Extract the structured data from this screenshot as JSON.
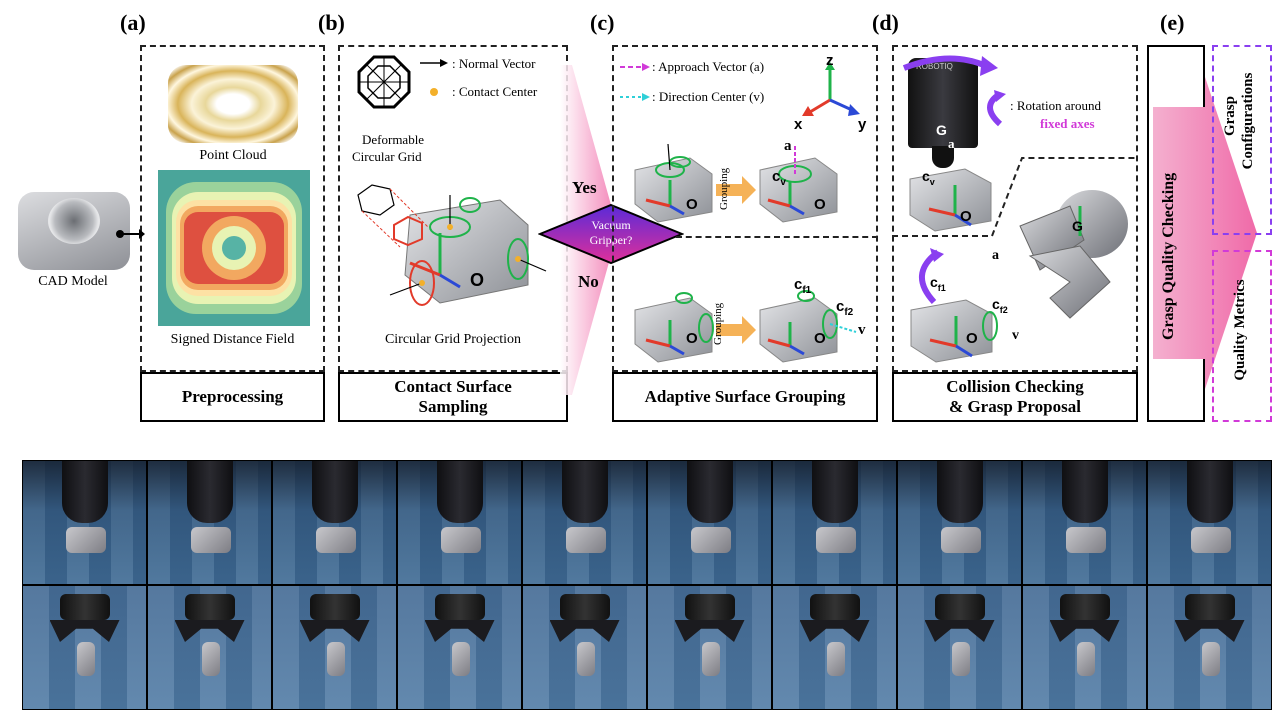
{
  "panels": {
    "a": {
      "letter": "(a)",
      "cad": "CAD Model",
      "point_cloud": "Point Cloud",
      "sdf": "Signed Distance Field",
      "title": "Preprocessing"
    },
    "b": {
      "letter": "(b)",
      "legend_normal": ": Normal Vector",
      "legend_contact": ": Contact Center",
      "grid": "Deformable\nCircular Grid",
      "grid_line1": "Deformable",
      "grid_line2": "Circular Grid",
      "projection": "Circular Grid Projection",
      "title_line1": "Contact Surface",
      "title_line2": "Sampling",
      "origin": "O"
    },
    "decision": {
      "question_line1": "Vacuum",
      "question_line2": "Gripper?",
      "yes": "Yes",
      "no": "No"
    },
    "c": {
      "letter": "(c)",
      "legend_approach": ": Approach Vector (a)",
      "legend_direction": ": Direction Center (v)",
      "axis_z": "z",
      "axis_x": "x",
      "axis_y": "y",
      "grouping": "Grouping",
      "a_vec": "a",
      "c_v": "c",
      "c_v_sub": "v",
      "c_f1": "c",
      "c_f1_sub": "f1",
      "c_f2": "c",
      "c_f2_sub": "f2",
      "v_vec": "v",
      "origin": "O",
      "title": "Adaptive Surface Grouping"
    },
    "d": {
      "letter": "(d)",
      "rotation_line1": ": Rotation around",
      "rotation_line2": "fixed axes",
      "g": "G",
      "a_vec": "a",
      "c_v": "c",
      "c_v_sub": "v",
      "c_f1": "c",
      "c_f1_sub": "f1",
      "c_f2": "c",
      "c_f2_sub": "f2",
      "v_vec": "v",
      "origin": "O",
      "brand": "ROBOTIQ",
      "title_line1": "Collision Checking",
      "title_line2": "& Grasp Proposal"
    },
    "e": {
      "letter": "(e)",
      "quality_checking": "Grasp Quality Checking",
      "configurations_line1": "Grasp",
      "configurations_line2": "Configurations",
      "metrics": "Quality Metrics"
    }
  },
  "colors": {
    "pink": "#f04f9a",
    "purple": "#8a3ff0",
    "magenta": "#d13ad8",
    "cyan": "#2fd0d8",
    "green": "#1fb34a",
    "orange": "#f3a53a",
    "red": "#e23a2a",
    "blue": "#2b49d6"
  },
  "sim_grid": {
    "rows": 2,
    "cols": 10
  }
}
